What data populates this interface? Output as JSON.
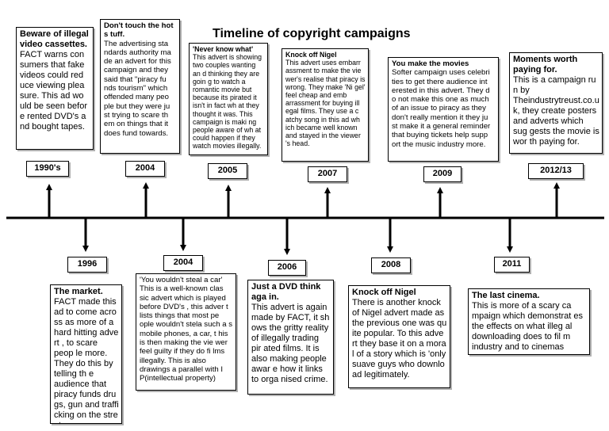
{
  "title": "Timeline of copyright campaigns",
  "top_entries": [
    {
      "year": "1990's",
      "heading": "Beware of illegal video cassettes.",
      "body": "FACT warns con sumers that fake videos could red uce viewing plea sure. This ad wo uld be seen befor e rented DVD's a nd bought tapes."
    },
    {
      "year": "2004",
      "heading": "Don't touch the hot s tuff.",
      "body": "The advertising sta ndards authority ma de an advert for this campaign and they said that \"piracy fu nds tourism\" which offended many peo ple but they were ju st trying to scare th em on things that it does fund towards."
    },
    {
      "year": "2005",
      "heading": "'Never know what'",
      "body": "This advert is showing two couples wanting an d thinking they are goin g to watch a romantic movie but because its pirated it isn't in fact wh at they thought it was. This campaign is maki ng people aware of wh at could happen if they watch movies illegally."
    },
    {
      "year": "2007",
      "heading": "Knock off Nigel",
      "body": "This advert uses embarr assment to make the vie wer's realise that piracy is wrong. They make 'Ni gel' feel cheap and emb arrassment for buying ill egal films. They use a c atchy song in this ad wh ich became well known and stayed in the viewer 's head."
    },
    {
      "year": "2009",
      "heading": "You make the movies",
      "body": "Softer campaign uses celebri ties to get there audience int erested in this advert. They d o not make this one as much of an issue to piracy as they don't really mention it they ju st make it a general reminder that buying tickets help supp ort the music industry more."
    },
    {
      "year": "2012/13",
      "heading": "Moments worth paying for.",
      "body": "This is a campaign ru n by Theindustrytreust.co.u k, they create posters and adverts which sug gests the movie is wor th paying for."
    }
  ],
  "bottom_entries": [
    {
      "year": "1996",
      "heading": "The market.",
      "body": "FACT made this ad to come acro ss as more of a hard hitting adve rt , to scare peop le more. They do this by telling th e audience that piracy funds dru gs, gun and traffi cking on the stre ets."
    },
    {
      "year": "2004",
      "heading": "",
      "body": "'You wouldn't steal a car' This is a well-known clas sic advert which is played before DVD's , this adver t lists things that most pe ople wouldn't stela such a s mobile phones, a car, t his is then making the vie wer feel guilty if they do fi lms illegally. This is also drawings a parallel with I P(intellectual property)"
    },
    {
      "year": "2006",
      "heading": "Just a DVD think aga in.",
      "body": "This advert is again made by FACT, it sh ows the gritty reality of illegally trading pir ated films. It is also making people awar e how it links to orga nised crime."
    },
    {
      "year": "2008",
      "heading": "Knock off Nigel",
      "body": "There is another knock of Nigel advert made as the previous one was qu ite popular. To this adve rt they base it on a mora l of a story which is 'only suave guys who downlo ad legitimately."
    },
    {
      "year": "2011",
      "heading": "The last cinema.",
      "body": "This is more of a scary ca mpaign which demonstrat es the effects on what illeg al downloading does to fil m industry and to cinemas"
    }
  ]
}
